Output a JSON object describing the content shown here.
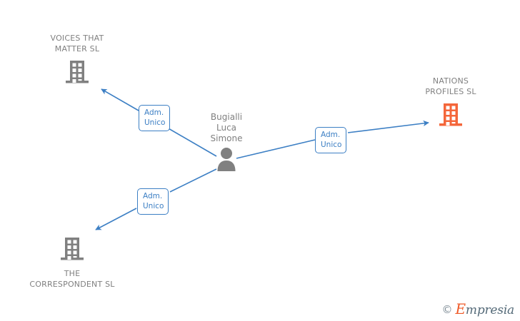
{
  "diagram": {
    "type": "org-relationship-graph",
    "background_color": "#ffffff",
    "edge_color": "#3c7fc4",
    "gray_icon_color": "#808080",
    "orange_icon_color": "#f4663a",
    "label_text_color": "#808080"
  },
  "nodes": [
    {
      "id": "voices-that-matter",
      "name": "VOICES THAT\nMATTER SL",
      "icon": "company-building-icon",
      "icon_color": "#808080",
      "label_position": "above"
    },
    {
      "id": "nations-profiles",
      "name": "NATIONS\nPROFILES  SL",
      "icon": "company-building-icon",
      "icon_color": "#f4663a",
      "label_position": "above"
    },
    {
      "id": "the-correspondent",
      "name": "THE\nCORRESPONDENT SL",
      "icon": "company-building-icon",
      "icon_color": "#808080",
      "label_position": "below"
    },
    {
      "id": "bugialli-luca-simone",
      "name": "Bugialli\nLuca\nSimone",
      "icon": "person-icon",
      "icon_color": "#808080",
      "label_position": "above"
    }
  ],
  "edges": [
    {
      "from": "bugialli-luca-simone",
      "to": "voices-that-matter",
      "label": "Adm.\nUnico",
      "direction": "up-left"
    },
    {
      "from": "bugialli-luca-simone",
      "to": "nations-profiles",
      "label": "Adm.\nUnico",
      "direction": "right"
    },
    {
      "from": "bugialli-luca-simone",
      "to": "the-correspondent",
      "label": "Adm.\nUnico",
      "direction": "down-left"
    }
  ],
  "watermark": {
    "copyright": "©",
    "brand_first_letter": "E",
    "brand_rest": "mpresia"
  }
}
